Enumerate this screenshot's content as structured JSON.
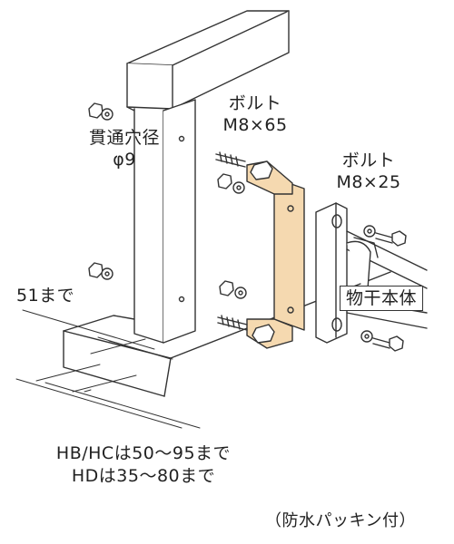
{
  "labels": {
    "hole_line1": "貫通穴径",
    "hole_line2": "φ9",
    "bolt_long_line1": "ボルト",
    "bolt_long_line2": "M8×65",
    "bolt_short_line1": "ボルト",
    "bolt_short_line2": "M8×25",
    "upto_51": "51まで",
    "body": "物干本体",
    "range_hb_hc": "HB/HCは50～95まで",
    "range_hd": "HDは35～80まで",
    "note": "（防水パッキン付）"
  },
  "colors": {
    "line": "#333333",
    "bracket": "#f5d9b0",
    "white": "#ffffff"
  },
  "icons": {
    "bolt": "hex-bolt-icon",
    "nut": "hex-nut-icon",
    "washer": "washer-icon"
  }
}
